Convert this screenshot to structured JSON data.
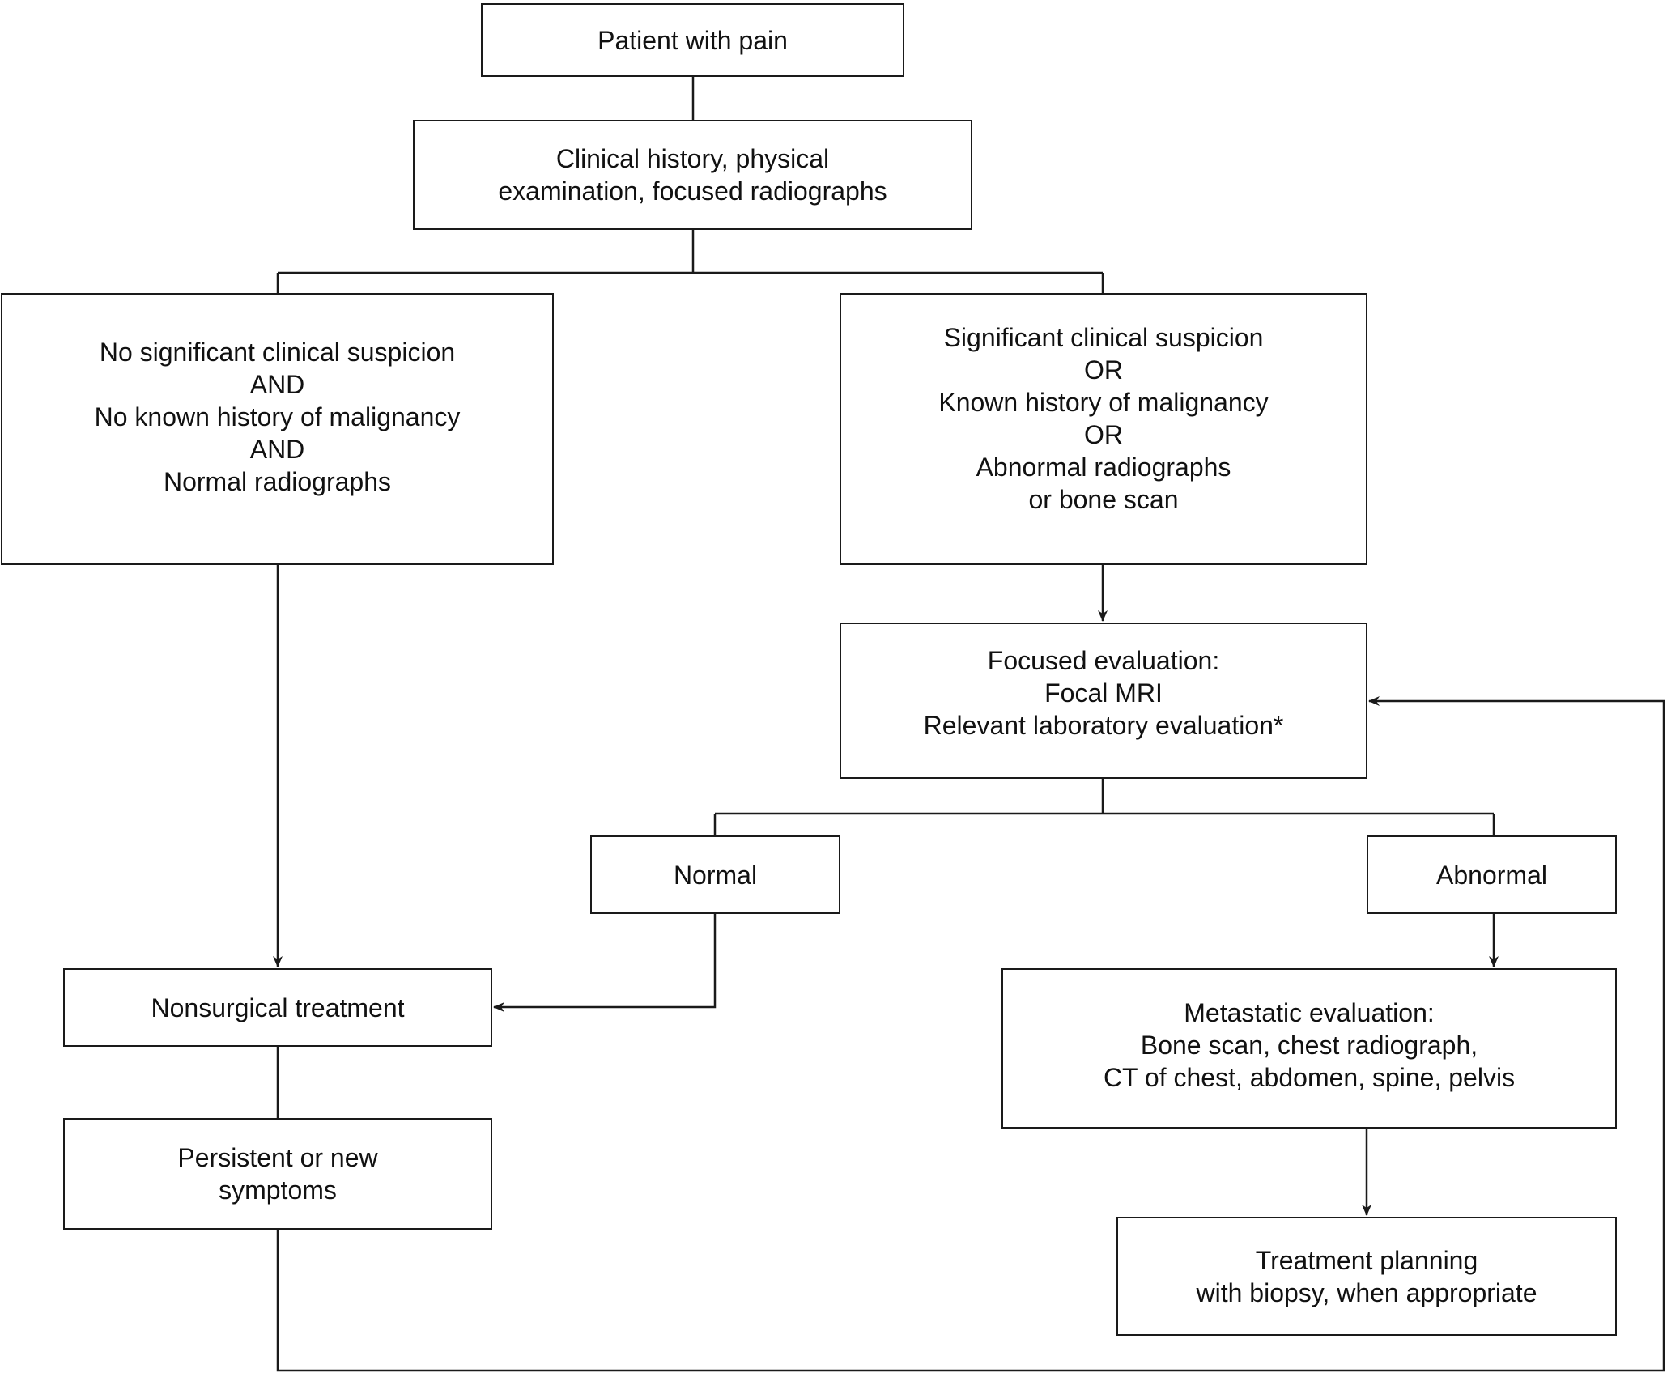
{
  "colors": {
    "line": "#1a1a1a",
    "text": "#111111",
    "background": "#ffffff"
  },
  "nodes": {
    "patient": [
      "Patient with pain"
    ],
    "history": [
      "Clinical history, physical",
      "examination, focused radiographs"
    ],
    "no_suspicion": [
      "No significant clinical suspicion",
      "AND",
      "No known history of malignancy",
      "AND",
      "Normal radiographs"
    ],
    "suspicion": [
      "Significant clinical suspicion",
      "OR",
      "Known history of malignancy",
      "OR",
      "Abnormal radiographs",
      "or bone scan"
    ],
    "focused_eval": [
      "Focused evaluation:",
      "Focal MRI",
      "Relevant laboratory evaluation*"
    ],
    "normal": [
      "Normal"
    ],
    "abnormal": [
      "Abnormal"
    ],
    "nonsurgical": [
      "Nonsurgical treatment"
    ],
    "metastatic": [
      "Metastatic evaluation:",
      "Bone scan, chest radiograph,",
      "CT of chest, abdomen, spine, pelvis"
    ],
    "persistent": [
      "Persistent or new",
      "symptoms"
    ],
    "planning": [
      "Treatment planning",
      "with biopsy, when appropriate"
    ]
  }
}
